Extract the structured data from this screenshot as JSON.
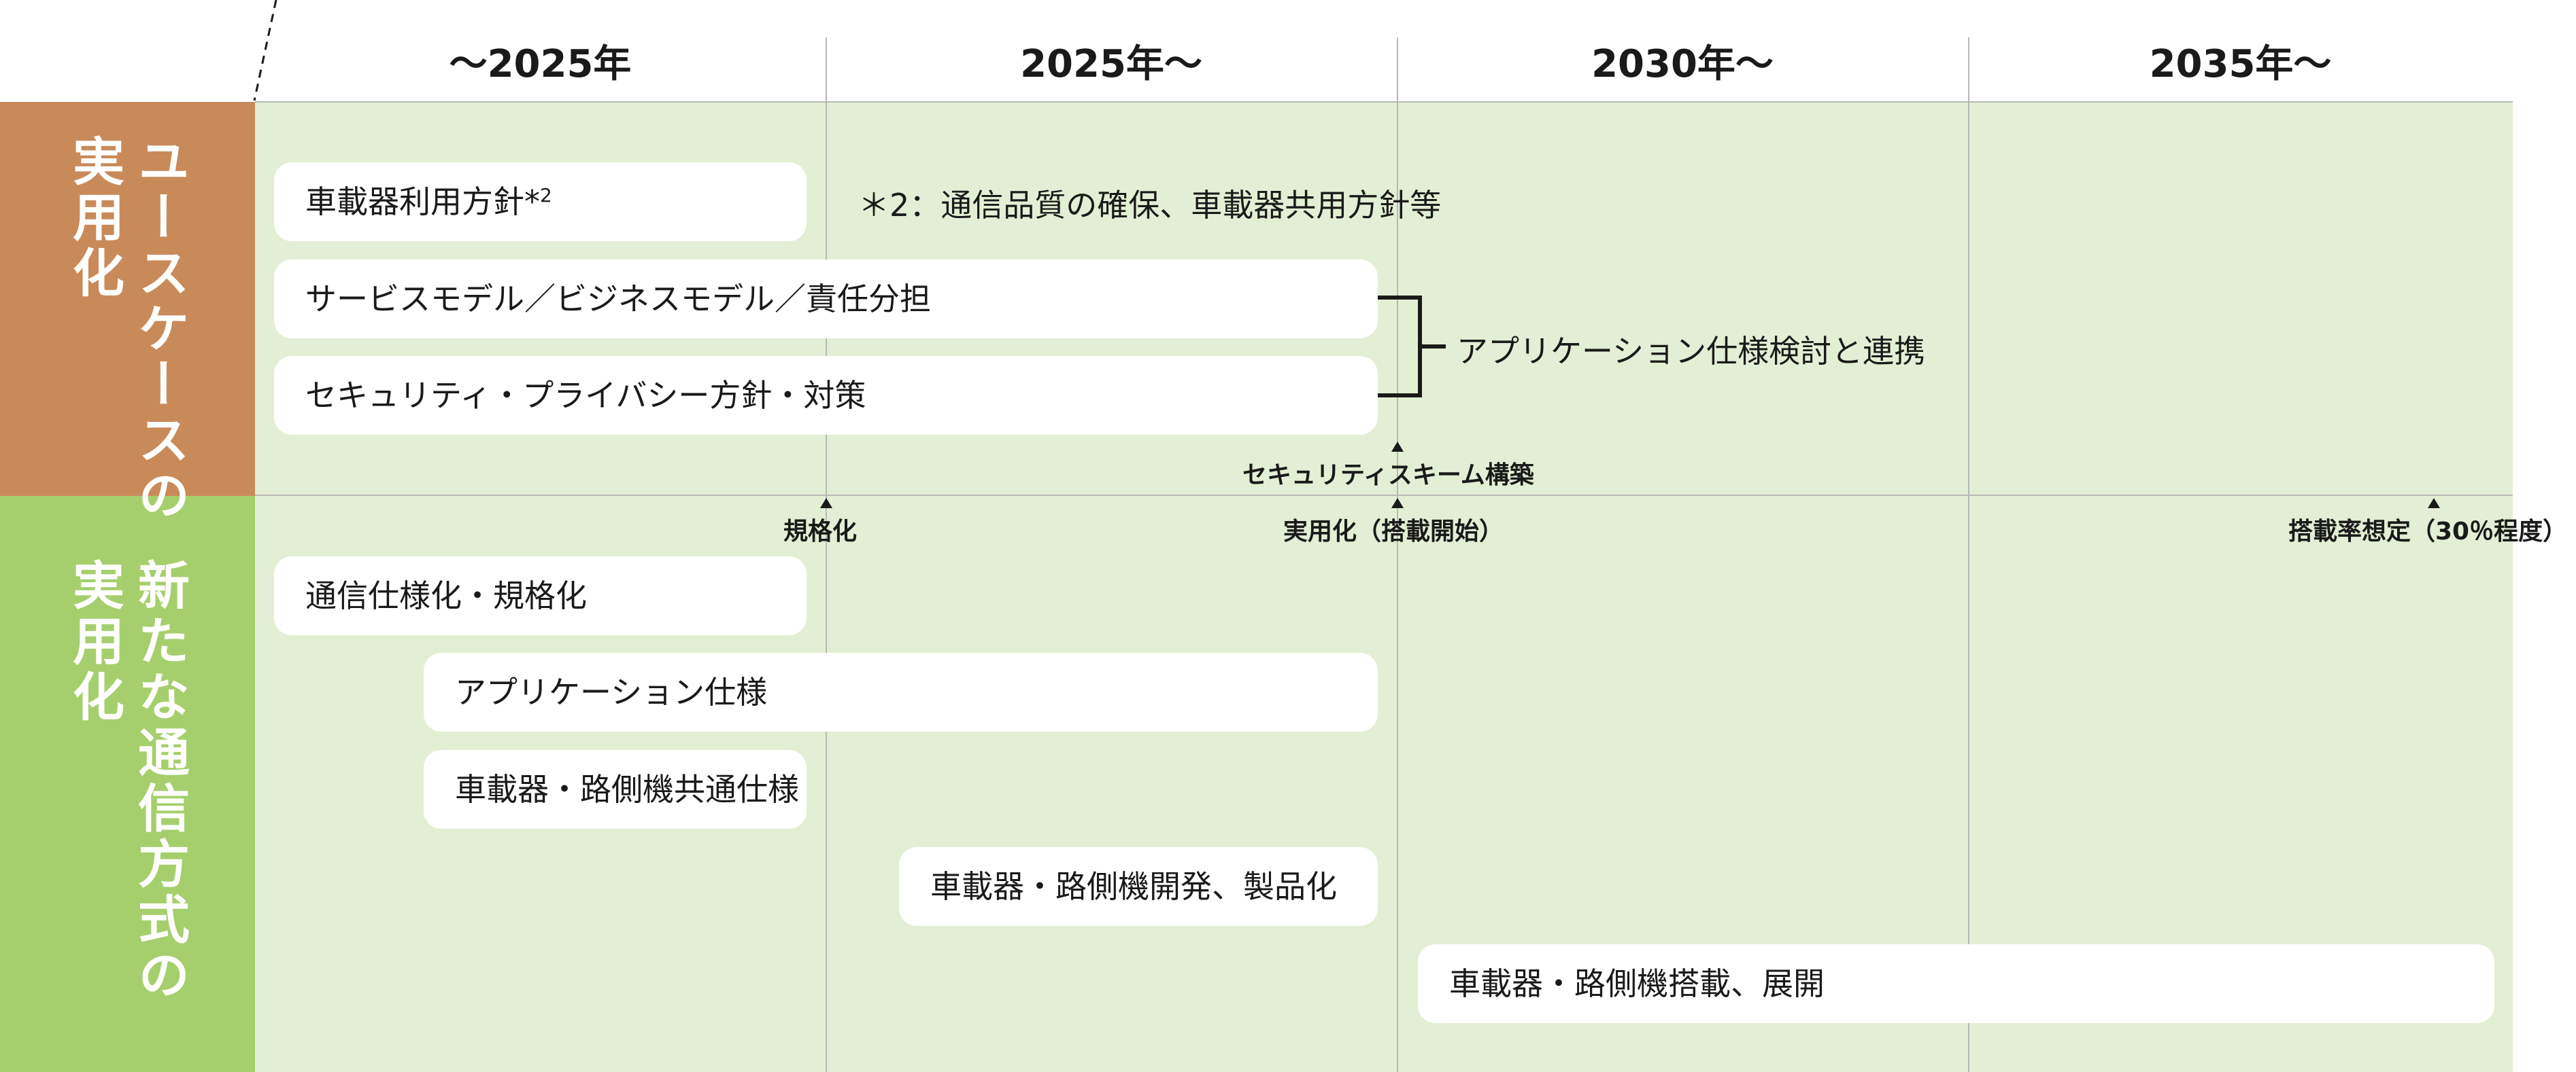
{
  "header": {
    "col1": "～2025年",
    "col2": "2025年～",
    "col3": "2030年～",
    "col4": "2035年～"
  },
  "sections": {
    "usecase": {
      "line1": "ユースケースの",
      "line2": "実用化"
    },
    "newcomm": {
      "line1": "新たな通信方式の",
      "line2": "実用化"
    }
  },
  "usecase_items": {
    "onboard_policy": "車載器利用方針*",
    "onboard_policy_sup": "2",
    "footnote": "＊2：通信品質の確保、車載器共用方針等",
    "service_model": "サービスモデル／ビジネスモデル／責任分担",
    "security_policy": "セキュリティ・プライバシー方針・対策",
    "app_spec_link": "アプリケーション仕様検討と連携"
  },
  "milestones": {
    "security_scheme": "セキュリティスキーム構築",
    "standardization": "規格化",
    "practical": "実用化（搭載開始）",
    "adoption": "搭載率想定（30％程度）"
  },
  "newcomm_items": {
    "comm_spec": "通信仕様化・規格化",
    "app_spec": "アプリケーション仕様",
    "common_spec": "車載器・路側機共通仕様",
    "dev": "車載器・路側機開発、製品化",
    "deploy": "車載器・路側機搭載、展開"
  },
  "colors": {
    "usecase_band": "#c98a5a",
    "newcomm_band": "#a5cf6c",
    "grid_bg": "#e3efd4",
    "box_bg": "#ffffff"
  }
}
